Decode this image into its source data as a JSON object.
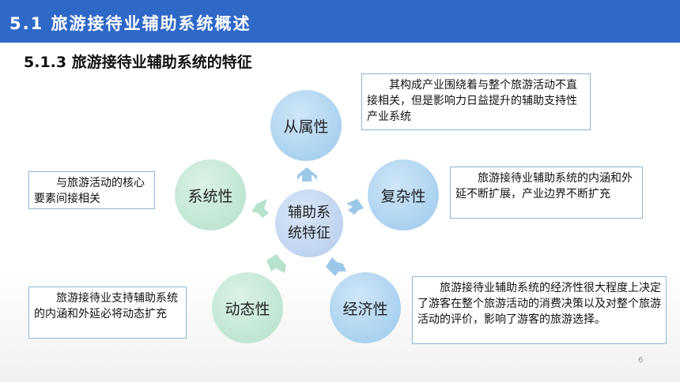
{
  "header": {
    "title": "5.1 旅游接待业辅助系统概述",
    "bg_color": "#2f69c8"
  },
  "subtitle": "5.1.3 旅游接待业辅助系统的特征",
  "center": {
    "label": "辅助系统特征"
  },
  "features": [
    {
      "label": "从属性",
      "color": "blue",
      "desc": "其构成产业围绕着与整个旅游活动不直接相关，但是影响力日益提升的辅助支持性产业系统"
    },
    {
      "label": "复杂性",
      "color": "blue",
      "desc": "旅游接待业辅助系统的内涵和外延不断扩展，产业边界不断扩充"
    },
    {
      "label": "经济性",
      "color": "blue",
      "desc": "旅游接待业辅助系统的经济性很大程度上决定了游客在整个旅游活动的消费决策以及对整个旅游活动的评价，影响了游客的旅游选择。"
    },
    {
      "label": "动态性",
      "color": "green",
      "desc": "旅游接待业支持辅助系统的内涵和外延必将动态扩充"
    },
    {
      "label": "系统性",
      "color": "green",
      "desc": "与旅游活动的核心要素间接相关"
    }
  ],
  "page_number": "6",
  "colors": {
    "circle_blue": "#a9d2f0",
    "circle_green": "#bfe6d2",
    "circle_center": "#bfd4f0",
    "box_border": "#8ab8dc",
    "arrow_blue": "#9cc8e8",
    "arrow_green": "#b7e2cc"
  }
}
